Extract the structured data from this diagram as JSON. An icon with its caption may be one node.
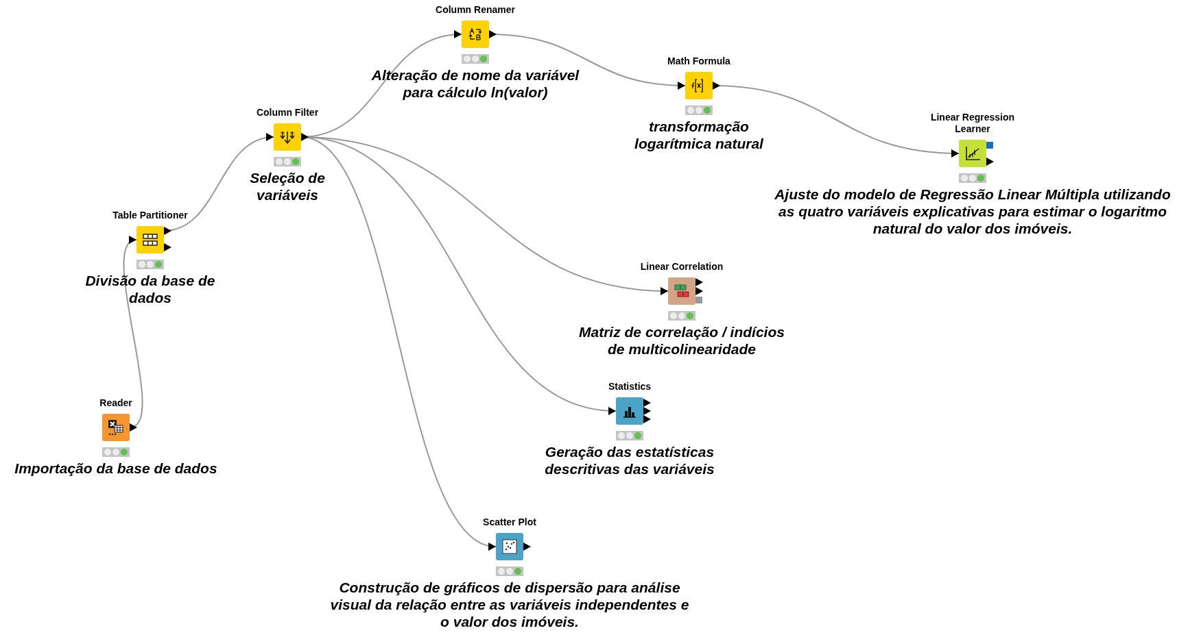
{
  "diagram": {
    "nodes": [
      {
        "text": [
          "Reader"
        ],
        "beside": [
          "Importação da base de dados"
        ]
      },
      {
        "text": [
          "Table Partitioner"
        ],
        "beside": [
          "Divisão da base de dados"
        ]
      },
      {
        "text": [
          "Column Filter"
        ],
        "beside": [
          "Seleção de variáveis"
        ]
      },
      {
        "text": [
          "Column Renamer"
        ],
        "beside": [
          "Alteração de nome da variável para cálculo ln(valor)"
        ]
      },
      {
        "text": [
          "Math Formula"
        ],
        "beside": [
          "transformação logarítmica natural"
        ]
      },
      {
        "text": [
          "Linear Regression Learner"
        ],
        "beside": [
          "Ajuste do modelo de Regressão Linear Múltipla utilizando as quatro variáveis explicativas para estimar o logaritmo natural do valor dos imóveis."
        ]
      },
      {
        "text": [
          "Linear Correlation"
        ],
        "beside": [
          "Matriz de correlação / indícios de multicolinearidade"
        ]
      },
      {
        "text": [
          "Statistics"
        ],
        "beside": [
          "Geração das estatísticas descritivas das variáveis"
        ]
      },
      {
        "text": [
          "Scatter Plot"
        ],
        "beside": [
          "Construção de gráficos de dispersão para análise visual da relação entre as variáveis independentes e o valor dos imóveis."
        ]
      }
    ],
    "edges": [
      {
        "from": 0,
        "to": 1,
        "arrow": "to"
      },
      {
        "from": 1,
        "to": 2,
        "arrow": "to"
      },
      {
        "from": 2,
        "to": 3,
        "arrow": "to"
      },
      {
        "from": 3,
        "to": 4,
        "arrow": "to"
      },
      {
        "from": 4,
        "to": 5,
        "arrow": "to"
      },
      {
        "from": 2,
        "to": 6,
        "arrow": "to"
      },
      {
        "from": 2,
        "to": 7,
        "arrow": "to"
      },
      {
        "from": 2,
        "to": 8,
        "arrow": "to"
      }
    ]
  }
}
